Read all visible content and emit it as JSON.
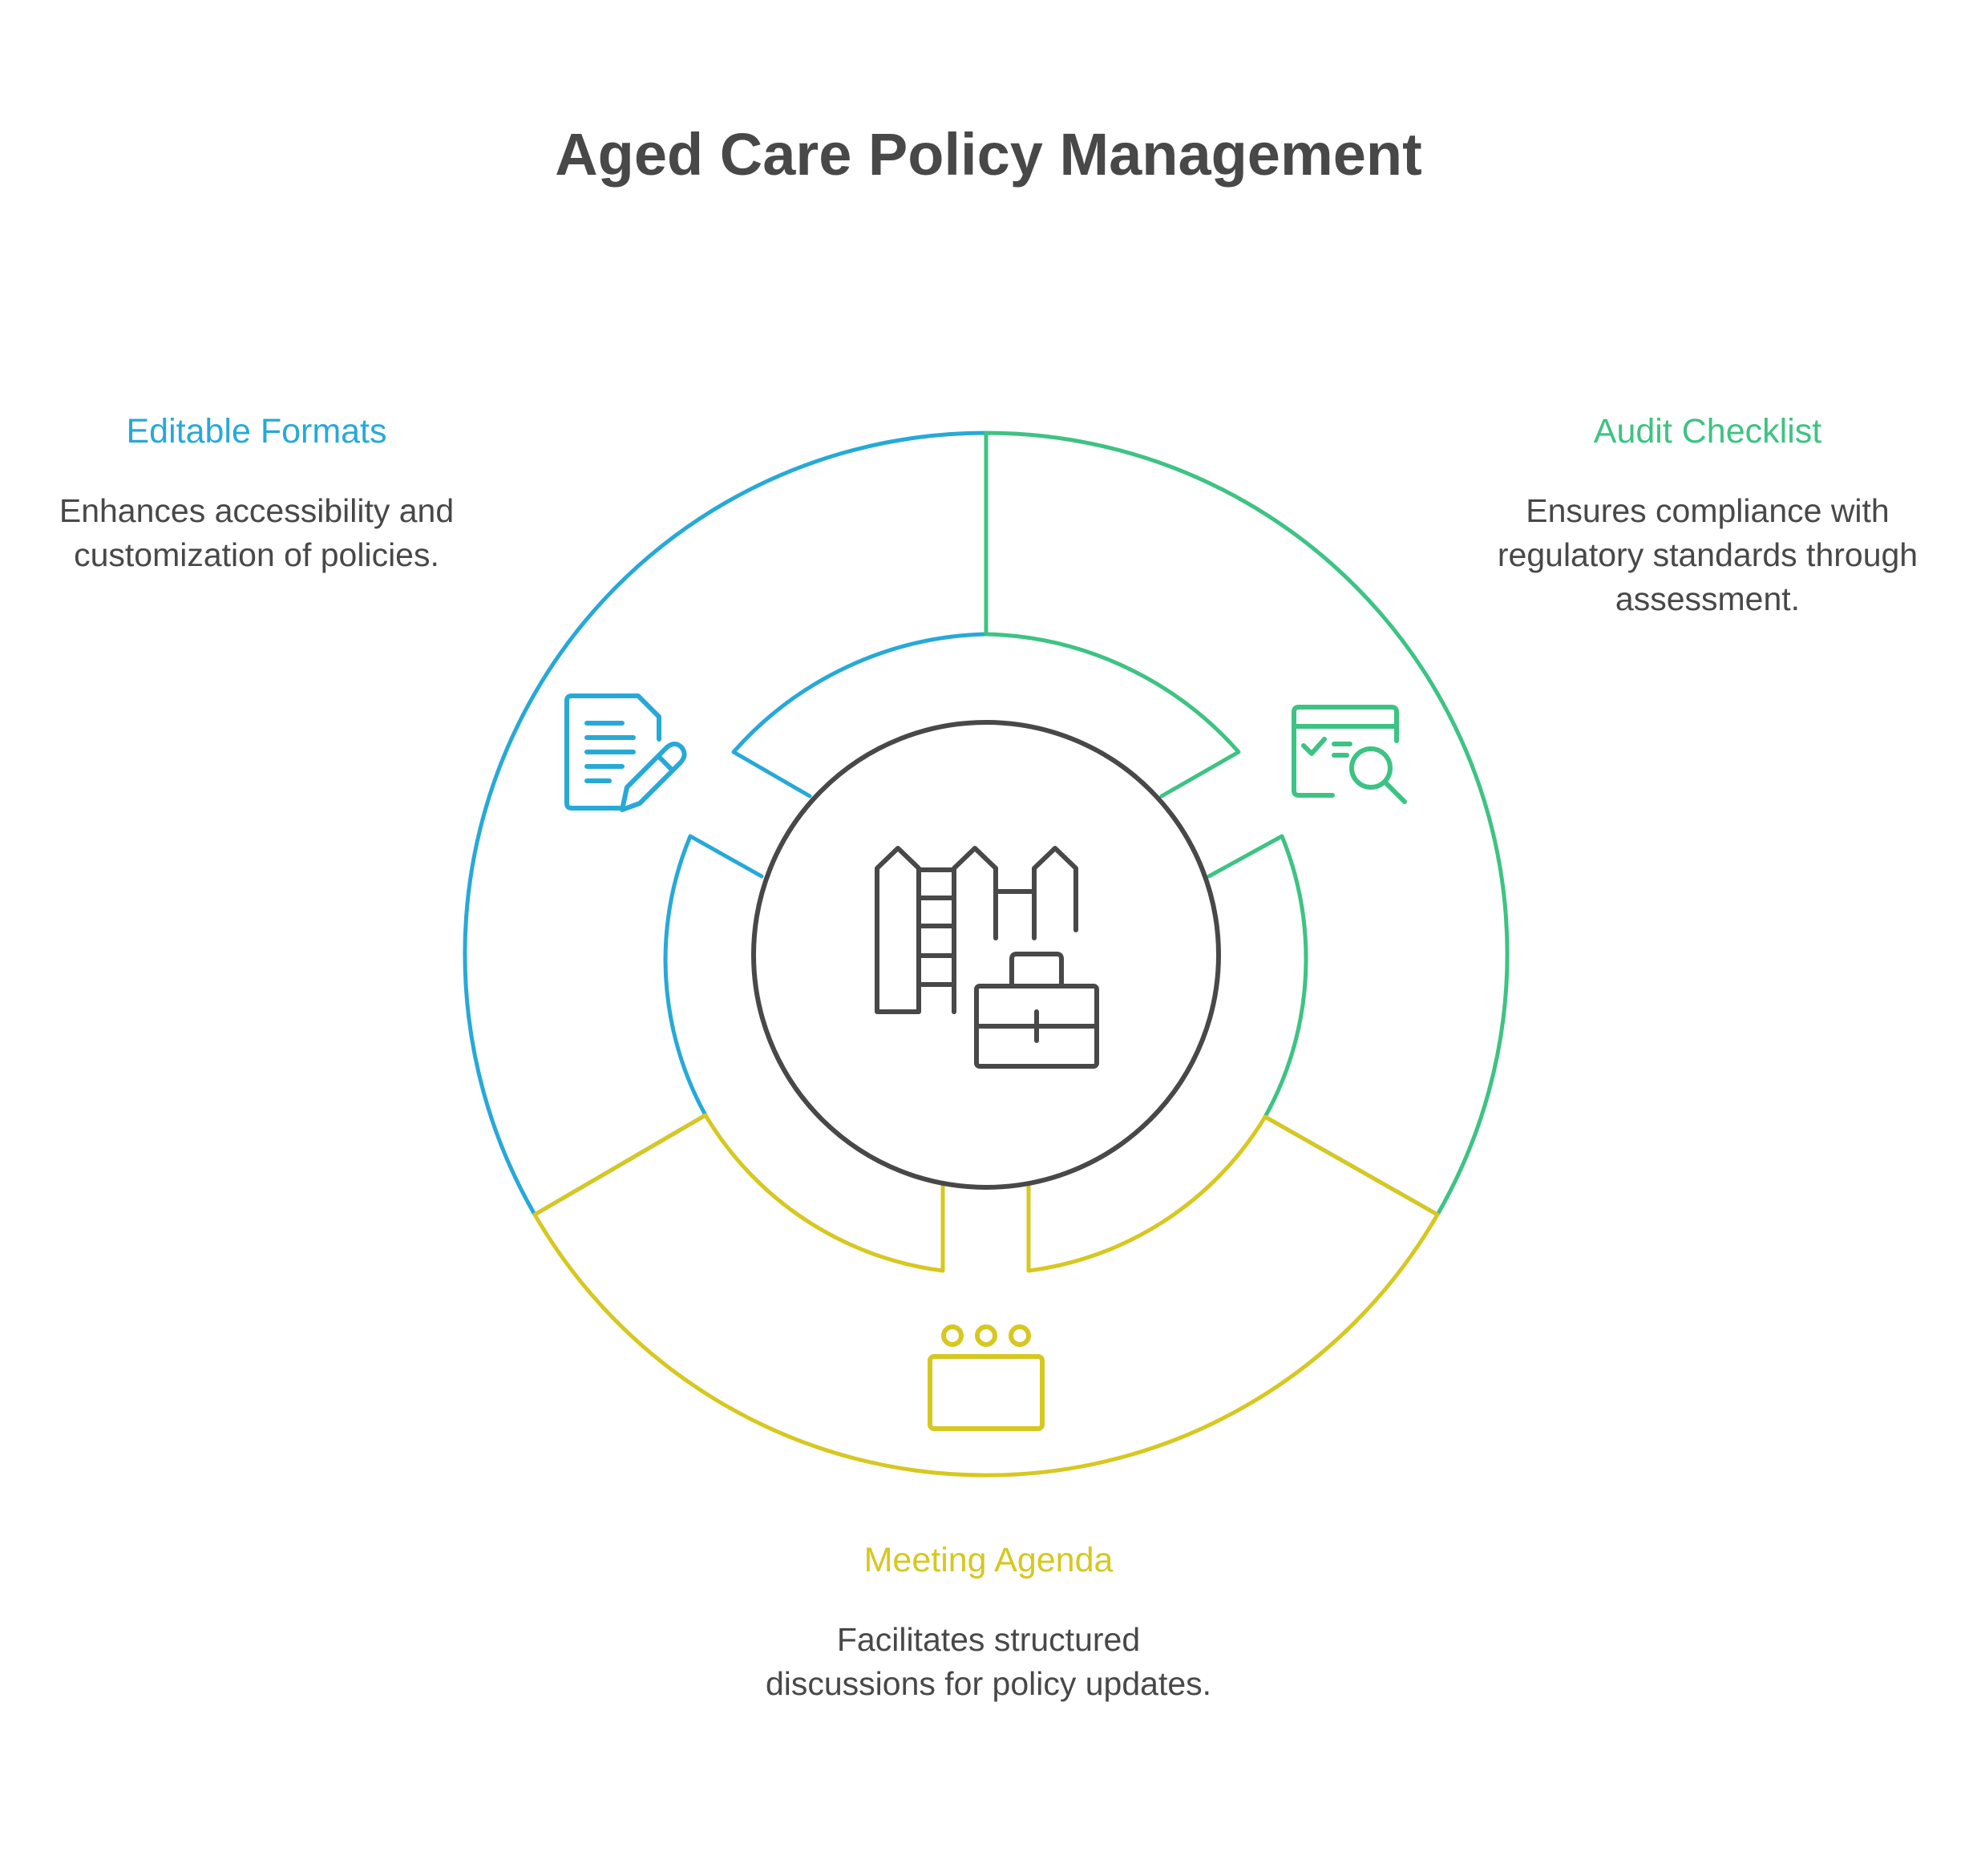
{
  "title": "Aged Care Policy Management",
  "colors": {
    "blue": "#27a9d8",
    "green": "#3dc383",
    "yellow": "#d6c820",
    "dark": "#484848"
  },
  "sections": [
    {
      "key": "editable",
      "heading": "Editable Formats",
      "description": "Enhances accessibility and customization of policies.",
      "color": "#27a9d8",
      "icon": "document-edit-icon"
    },
    {
      "key": "audit",
      "heading": "Audit Checklist",
      "description": "Ensures compliance with regulatory standards through assessment.",
      "color": "#3dc383",
      "icon": "checklist-search-icon"
    },
    {
      "key": "meeting",
      "heading": "Meeting Agenda",
      "description": "Facilitates structured discussions for policy updates.",
      "color": "#d6c820",
      "icon": "meeting-table-icon"
    }
  ],
  "center_icon": "fence-briefcase-icon"
}
